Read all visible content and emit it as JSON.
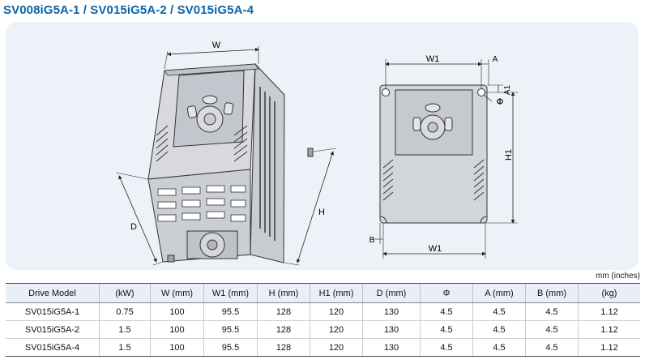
{
  "title": "SV008iG5A-1 / SV015iG5A-2 / SV015iG5A-4",
  "drawing": {
    "iso_labels": {
      "width": "W",
      "depth": "D",
      "height": "H"
    },
    "front_labels": {
      "width1_top": "W1",
      "width1_bottom": "W1",
      "height1": "H1",
      "a_horizontal": "A",
      "a_vertical": "A1",
      "hole_diameter": "Φ",
      "b": "B"
    }
  },
  "units_note": "mm (inches)",
  "table": {
    "headers": [
      "Drive Model",
      "(kW)",
      "W (mm)",
      "W1 (mm)",
      "H (mm)",
      "H1 (mm)",
      "D (mm)",
      "Φ",
      "A (mm)",
      "B (mm)",
      "(kg)"
    ],
    "rows": [
      [
        "SV015iG5A-1",
        "0.75",
        "100",
        "95.5",
        "128",
        "120",
        "130",
        "4.5",
        "4.5",
        "4.5",
        "1.12"
      ],
      [
        "SV015iG5A-2",
        "1.5",
        "100",
        "95.5",
        "128",
        "120",
        "130",
        "4.5",
        "4.5",
        "4.5",
        "1.12"
      ],
      [
        "SV015iG5A-4",
        "1.5",
        "100",
        "95.5",
        "128",
        "120",
        "130",
        "4.5",
        "4.5",
        "4.5",
        "1.12"
      ]
    ]
  }
}
